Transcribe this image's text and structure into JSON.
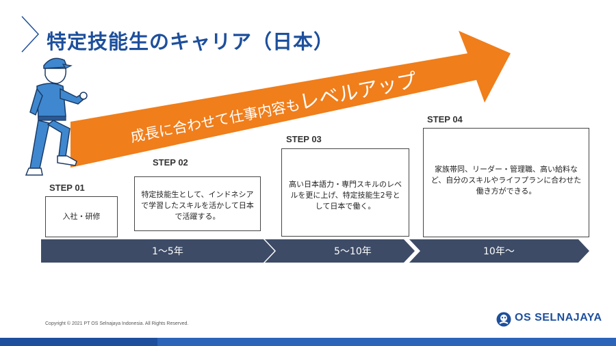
{
  "title": "特定技能生のキャリア（日本）",
  "arrow_text": {
    "part1": "成長に合わせて仕事内容も",
    "part2": "レベルアップ"
  },
  "steps": [
    {
      "label": "STEP 01",
      "text": "入社・研修"
    },
    {
      "label": "STEP 02",
      "text": "特定技能生として、インドネシアで学習したスキルを活かして日本で活躍する。"
    },
    {
      "label": "STEP 03",
      "text": "高い日本語力・専門スキルのレベルを更に上げ、特定技能生2号として日本で働く。"
    },
    {
      "label": "STEP 04",
      "text": "家族帯同、リーダー・管理職、高い給料など、自分のスキルやライフプランに合わせた働き方ができる。"
    }
  ],
  "timeline": [
    "1〜5年",
    "5〜10年",
    "10年〜"
  ],
  "footer": {
    "copyright": "Copyright © 2021 PT OS Selnajaya Indonesia. All Rights Reserved.",
    "logo": "OS SELNAJAYA"
  },
  "colors": {
    "title": "#1d4f9c",
    "arrow": "#f07e1b",
    "timeline": "#3d4b66",
    "worker": "#3f88cf"
  }
}
